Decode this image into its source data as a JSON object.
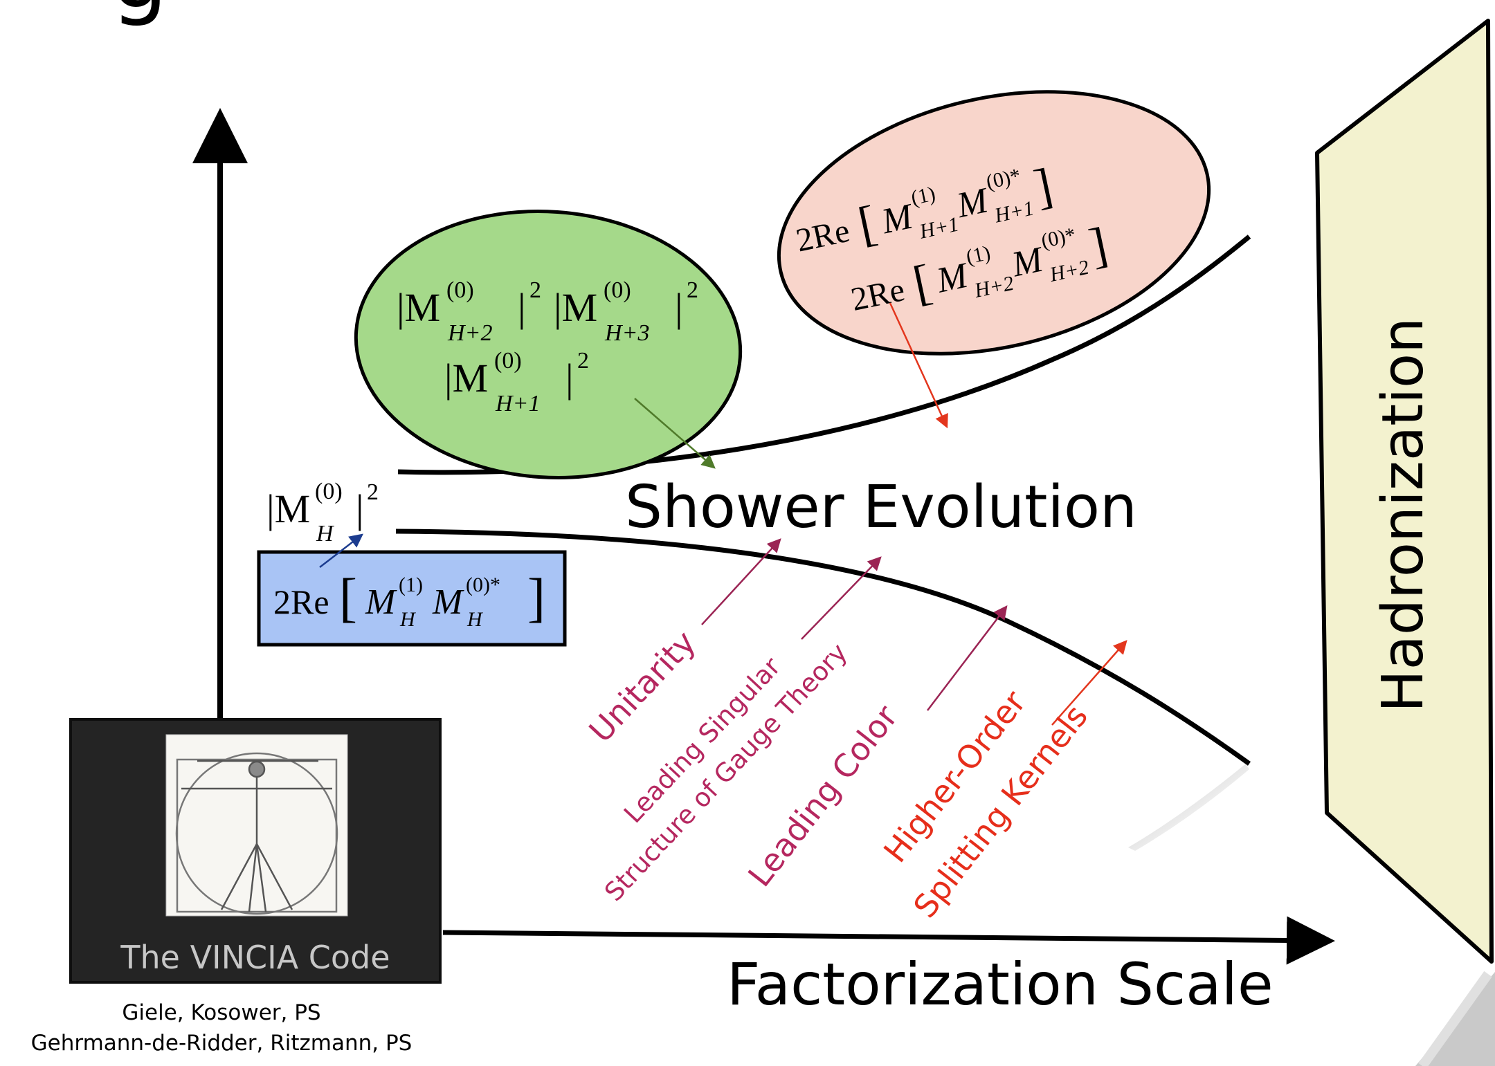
{
  "title_fragment": "g",
  "axes": {
    "x_label": "Factorization Scale"
  },
  "band": {
    "label": "Shower Evolution",
    "inputs": {
      "born": {
        "base": "|M",
        "sup": "(0)",
        "sub": "H",
        "tail": "|",
        "pow": "2"
      }
    }
  },
  "boxes": {
    "virtual": {
      "prefix": "2Re",
      "m1": {
        "sup": "(1)",
        "sub": "H"
      },
      "m2": {
        "sup": "(0)*",
        "sub": "H"
      },
      "color": "#a9c4f5"
    }
  },
  "ellipses": {
    "tree": {
      "color": "#a5d98a",
      "terms": [
        {
          "sup": "(0)",
          "sub": "H+2",
          "pow": "2"
        },
        {
          "sup": "(0)",
          "sub": "H+3",
          "pow": "2"
        },
        {
          "sup": "(0)",
          "sub": "H+1",
          "pow": "2"
        }
      ]
    },
    "loop": {
      "color": "#f8d5cb",
      "prefix": "2Re",
      "terms": [
        {
          "sup1": "(1)",
          "sub1": "H+1",
          "sup2": "(0)*",
          "sub2": "H+1"
        },
        {
          "sup1": "(1)",
          "sub1": "H+2",
          "sup2": "(0)*",
          "sub2": "H+2"
        }
      ]
    }
  },
  "annotations": {
    "unitarity": {
      "text": "Unitarity",
      "color": "#b5275f"
    },
    "singular_1": {
      "text": "Leading Singular",
      "color": "#b5275f"
    },
    "singular_2": {
      "text": "Structure of Gauge Theory",
      "color": "#b5275f"
    },
    "color": {
      "text": "Leading Color",
      "color": "#b5275f"
    },
    "higher_1": {
      "text": "Higher-Order",
      "color": "#e62e1b"
    },
    "higher_2": {
      "text": "Splitting Kernels",
      "color": "#e62e1b"
    }
  },
  "hadronization": {
    "label": "Hadronization",
    "color": "#f3f2cf"
  },
  "vincia": {
    "caption": "The VINCIA Code",
    "image_description_icon": "vitruvian-man-icon"
  },
  "credits": {
    "line1": "Giele, Kosower, PS",
    "line2": "Gehrmann-de-Ridder, Ritzmann, PS"
  }
}
